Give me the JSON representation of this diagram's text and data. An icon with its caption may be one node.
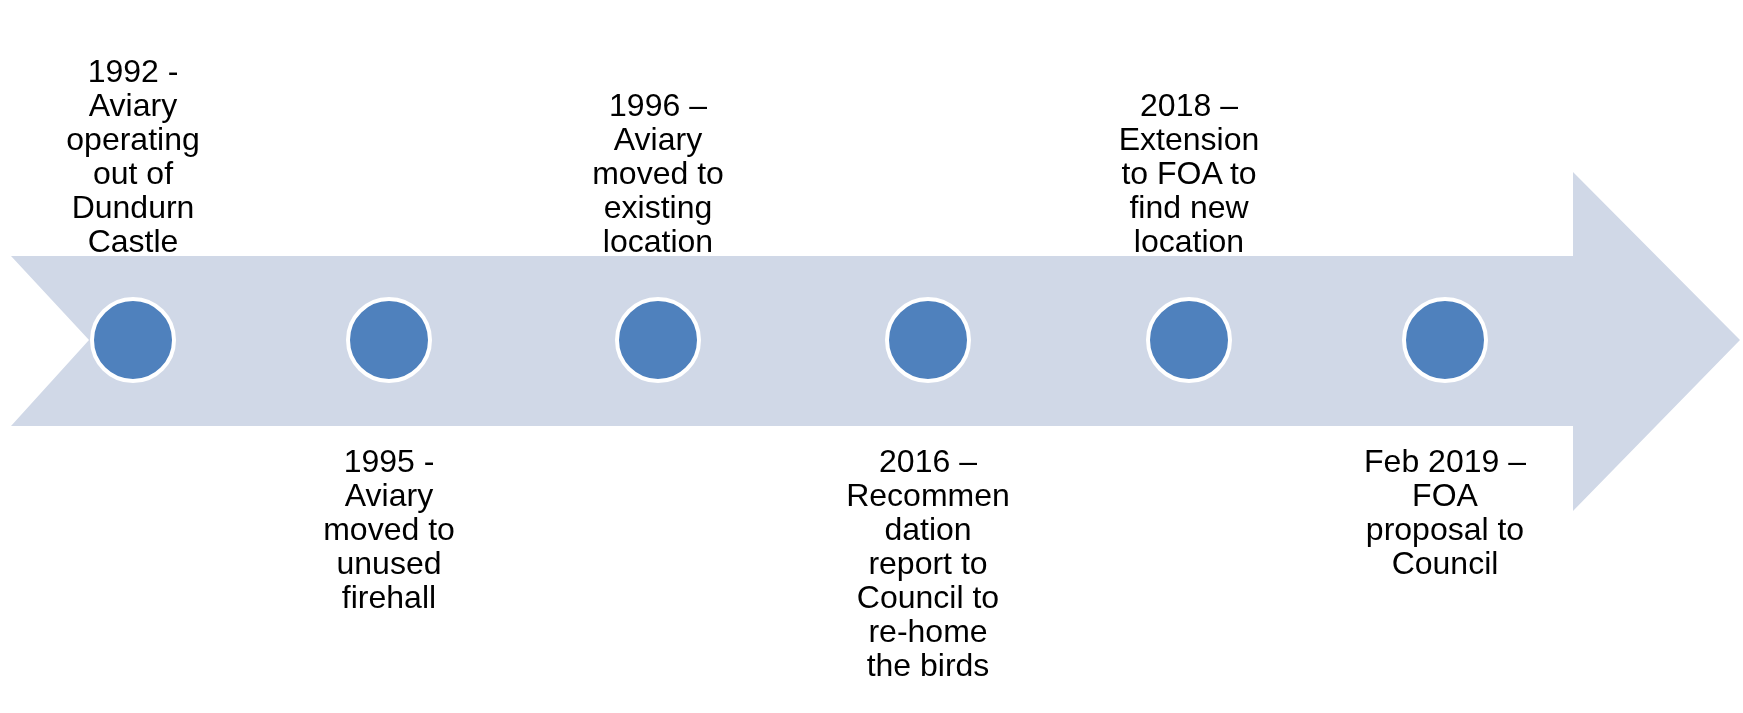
{
  "diagram": {
    "nodes": [
      {
        "text": [],
        "shape": "arrow"
      },
      {
        "text": [],
        "shape": "circle",
        "in": 0,
        "beside": [
          "1992 - Aviary operating out of Dundurn Castle"
        ]
      },
      {
        "text": [],
        "shape": "circle",
        "in": 0,
        "beside": [
          "1995 - Aviary moved to unused firehall"
        ]
      },
      {
        "text": [],
        "shape": "circle",
        "in": 0,
        "beside": [
          "1996 – Aviary moved to existing location"
        ]
      },
      {
        "text": [],
        "shape": "circle",
        "in": 0,
        "beside": [
          "2016 – Recommendation report to Council to re-home the birds"
        ]
      },
      {
        "text": [],
        "shape": "circle",
        "in": 0,
        "beside": [
          "2018 – Extension to FOA to find new location"
        ]
      },
      {
        "text": [],
        "shape": "circle",
        "in": 0,
        "beside": [
          "Feb 2019 – FOA proposal to Council"
        ]
      }
    ],
    "edges": []
  }
}
